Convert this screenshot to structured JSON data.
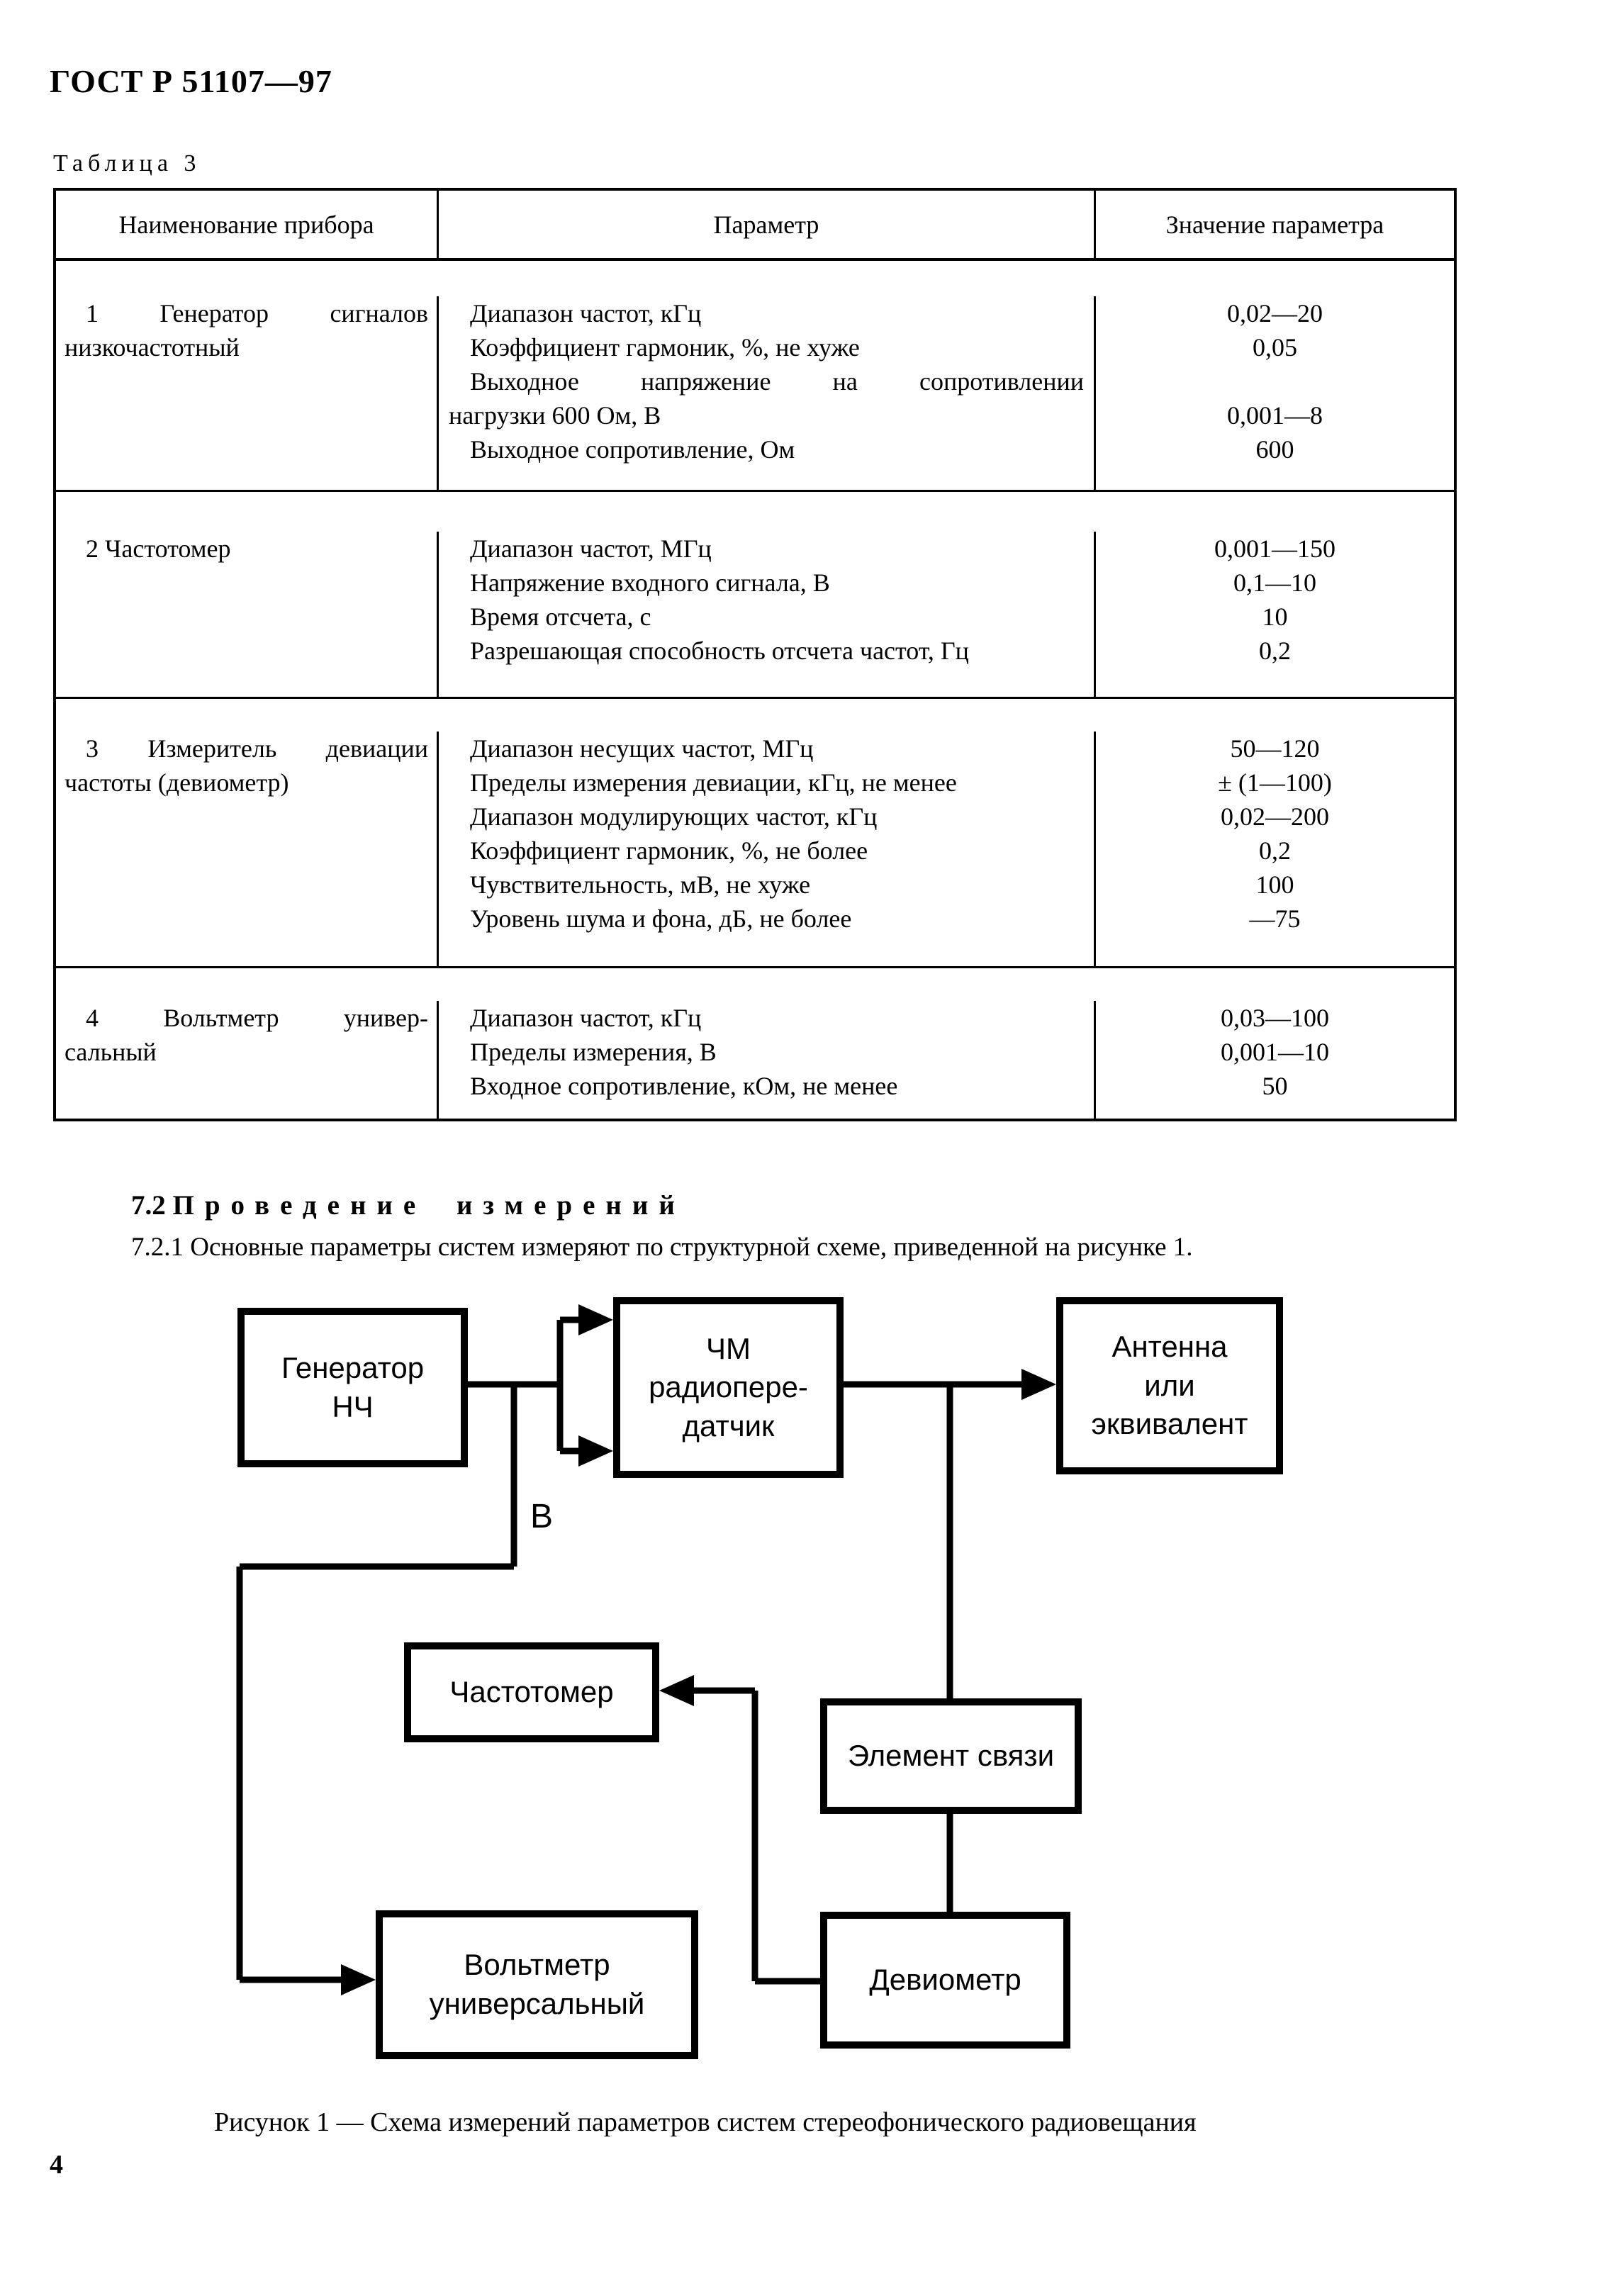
{
  "page": {
    "header_title": "ГОСТ Р 51107—97",
    "table_label": "Таблица 3",
    "page_number": "4"
  },
  "table": {
    "headers": [
      "Наименование прибора",
      "Параметр",
      "Значение параметра"
    ],
    "rows": [
      {
        "name": [
          "1 Генератор сигналов",
          "низкочастотный"
        ],
        "lines": [
          {
            "p": "Диапазон частот, кГц",
            "v": "0,02—20"
          },
          {
            "p": "Коэффициент гармоник, %, не хуже",
            "v": "0,05"
          },
          {
            "p": "Выходное напряжение на сопротивлении",
            "v": ""
          },
          {
            "p": "нагрузки 600 Ом, В",
            "v": "0,001—8"
          },
          {
            "p": "Выходное сопротивление, Ом",
            "v": "600"
          }
        ]
      },
      {
        "name": [
          "2 Частотомер"
        ],
        "lines": [
          {
            "p": "Диапазон частот, МГц",
            "v": "0,001—150"
          },
          {
            "p": "Напряжение входного сигнала, В",
            "v": "0,1—10"
          },
          {
            "p": "Время отсчета, с",
            "v": "10"
          },
          {
            "p": "Разрешающая способность отсчета частот, Гц",
            "v": "0,2"
          }
        ]
      },
      {
        "name": [
          "3 Измеритель девиации",
          "частоты (девиометр)"
        ],
        "lines": [
          {
            "p": "Диапазон несущих частот, МГц",
            "v": "50—120"
          },
          {
            "p": "Пределы измерения девиации, кГц, не менее",
            "v": "± (1—100)"
          },
          {
            "p": "Диапазон модулирующих частот, кГц",
            "v": "0,02—200"
          },
          {
            "p": "Коэффициент гармоник, %, не более",
            "v": "0,2"
          },
          {
            "p": "Чувствительность, мВ, не хуже",
            "v": "100"
          },
          {
            "p": "Уровень шума и фона, дБ, не более",
            "v": "—75"
          }
        ]
      },
      {
        "name": [
          "4 Вольтметр универ-",
          "сальный"
        ],
        "lines": [
          {
            "p": "Диапазон частот, кГц",
            "v": "0,03—100"
          },
          {
            "p": "Пределы измерения, В",
            "v": "0,001—10"
          },
          {
            "p": "Входное сопротивление, кОм, не менее",
            "v": "50"
          }
        ]
      }
    ]
  },
  "section": {
    "number": "7.2",
    "title": "Проведение измерений",
    "paragraph": "7.2.1  Основные параметры систем измеряют по структурной схеме, приведенной на рисунке 1."
  },
  "diagram": {
    "generator": "Генератор\nНЧ",
    "transmitter": "ЧМ\nрадиопере-\nдатчик",
    "antenna": "Антенна\nили\nэквивалент",
    "freq_meter": "Частотомер",
    "coupling": "Элемент связи",
    "voltmeter": "Вольтметр\nуниверсальный",
    "deviometer": "Девиометр",
    "point_label": "В",
    "caption": "Рисунок 1 — Схема измерений параметров систем стереофонического радиовещания"
  }
}
